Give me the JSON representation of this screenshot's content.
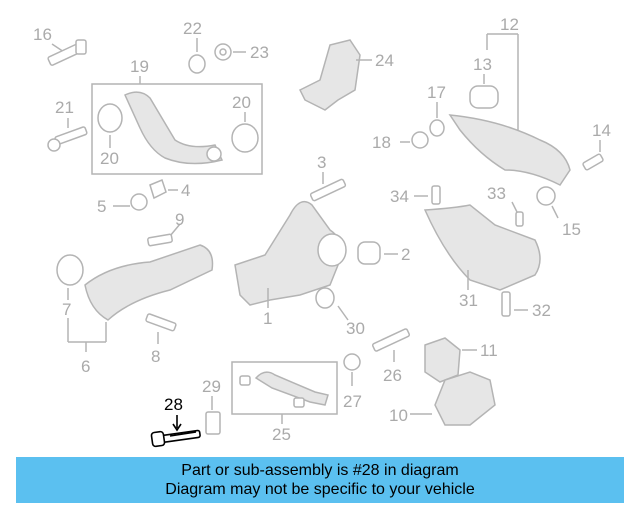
{
  "diagram": {
    "highlight_color": "#000000",
    "part_color": "#b4b4b4",
    "labels": {
      "p1": "1",
      "p2": "2",
      "p3": "3",
      "p4": "4",
      "p5": "5",
      "p6": "6",
      "p7": "7",
      "p8": "8",
      "p9": "9",
      "p10": "10",
      "p11": "11",
      "p12": "12",
      "p13": "13",
      "p14": "14",
      "p15": "15",
      "p16": "16",
      "p17": "17",
      "p18": "18",
      "p19": "19",
      "p20a": "20",
      "p20b": "20",
      "p21": "21",
      "p22": "22",
      "p23": "23",
      "p24": "24",
      "p25": "25",
      "p26": "26",
      "p27": "27",
      "p28": "28",
      "p29": "29",
      "p30": "30",
      "p31": "31",
      "p32": "32",
      "p33": "33",
      "p34": "34"
    }
  },
  "banner": {
    "background": "#5bc0f0",
    "line1": "Part or sub-assembly is #28 in diagram",
    "line2": "Diagram may not be specific to your vehicle"
  }
}
